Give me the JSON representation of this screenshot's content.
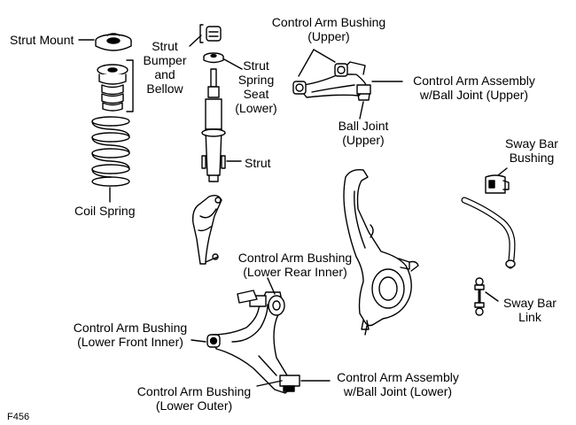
{
  "figure_code": "F456",
  "labels": {
    "strut_mount": "Strut Mount",
    "strut_bumper_bellow": [
      "Strut",
      "Bumper",
      "and",
      "Bellow"
    ],
    "coil_spring": "Coil Spring",
    "strut_spring_seat": [
      "Strut",
      "Spring",
      "Seat",
      "(Lower)"
    ],
    "strut": "Strut",
    "upper_bushing": [
      "Control Arm Bushing",
      "(Upper)"
    ],
    "upper_arm_assembly": [
      "Control Arm Assembly",
      "w/Ball Joint (Upper)"
    ],
    "upper_ball_joint": [
      "Ball Joint",
      "(Upper)"
    ],
    "sway_bar_bushing": [
      "Sway Bar",
      "Bushing"
    ],
    "lower_rear_inner_bushing": [
      "Control Arm Bushing",
      "(Lower Rear Inner)"
    ],
    "sway_bar_link": [
      "Sway Bar",
      "Link"
    ],
    "lower_front_inner_bushing": [
      "Control Arm Bushing",
      "(Lower Front Inner)"
    ],
    "lower_arm_assembly": [
      "Control Arm Assembly",
      "w/Ball Joint (Lower)"
    ],
    "lower_outer_bushing": [
      "Control Arm Bushing",
      "(Lower Outer)"
    ]
  }
}
